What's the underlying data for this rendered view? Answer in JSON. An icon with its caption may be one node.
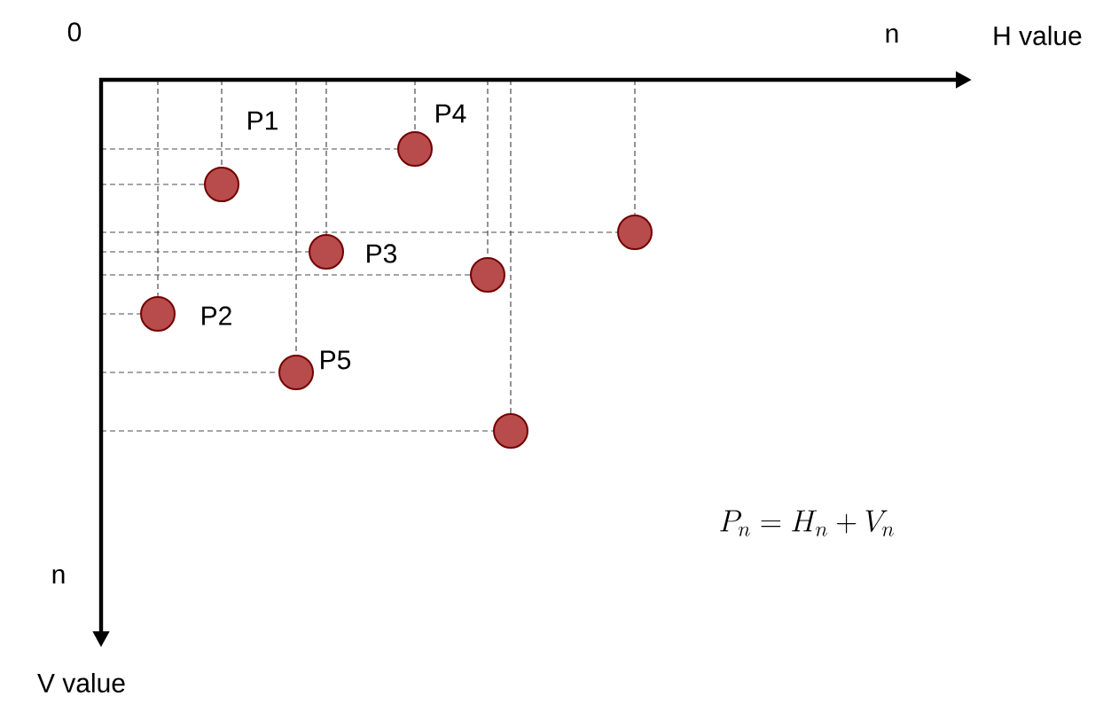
{
  "diagram": {
    "nodes": [
      {
        "text": [],
        "shape": "circle",
        "beside": [
          "P2"
        ]
      },
      {
        "text": [],
        "shape": "circle",
        "beside": [
          "P1"
        ]
      },
      {
        "text": [],
        "shape": "circle",
        "beside": [
          "P5"
        ]
      },
      {
        "text": [],
        "shape": "circle",
        "beside": [
          "P3"
        ]
      },
      {
        "text": [],
        "shape": "circle",
        "beside": [
          "P4"
        ]
      },
      {
        "text": [],
        "shape": "circle"
      },
      {
        "text": [],
        "shape": "circle"
      },
      {
        "text": [],
        "shape": "circle"
      }
    ],
    "labels": [
      "0",
      "n",
      "H value",
      "n",
      "V value",
      "P_n = H_n + V_n"
    ]
  }
}
